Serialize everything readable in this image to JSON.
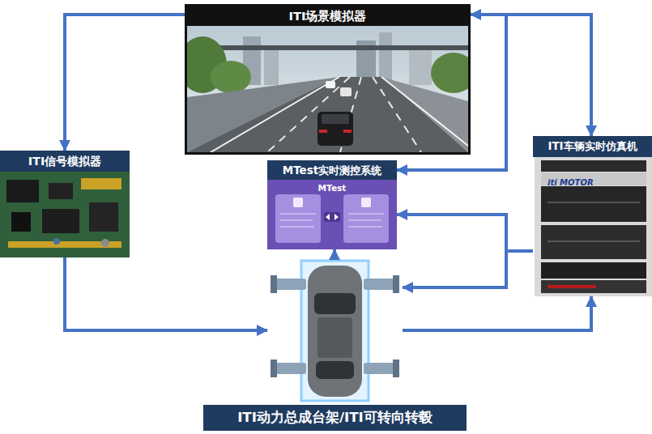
{
  "diagram": {
    "nodes": [
      {
        "text": [
          "ITI场景模拟器"
        ]
      },
      {
        "text": [
          "ITI信号模拟器"
        ]
      },
      {
        "text": [
          "MTest实时测控系统",
          "MTest"
        ]
      },
      {
        "text": [
          "ITI车辆实时仿真机"
        ]
      },
      {
        "text": [
          "ITI动力总成台架/ITI可转向转毂"
        ]
      }
    ],
    "edges": [
      {
        "from": 0,
        "to": 1,
        "arrow": "to"
      },
      {
        "from": 1,
        "to": 4,
        "arrow": "to"
      },
      {
        "from": 4,
        "to": 3,
        "arrow": "to"
      },
      {
        "from": 0,
        "to": 3,
        "arrow": "both"
      },
      {
        "from": 3,
        "to": 2,
        "arrow": "to"
      },
      {
        "from": 3,
        "to": 2,
        "arrow": "to"
      },
      {
        "from": 3,
        "to": 4,
        "arrow": "to"
      },
      {
        "from": 4,
        "to": 2,
        "arrow": "to"
      }
    ],
    "labels": [
      "iti MOTOR"
    ]
  }
}
